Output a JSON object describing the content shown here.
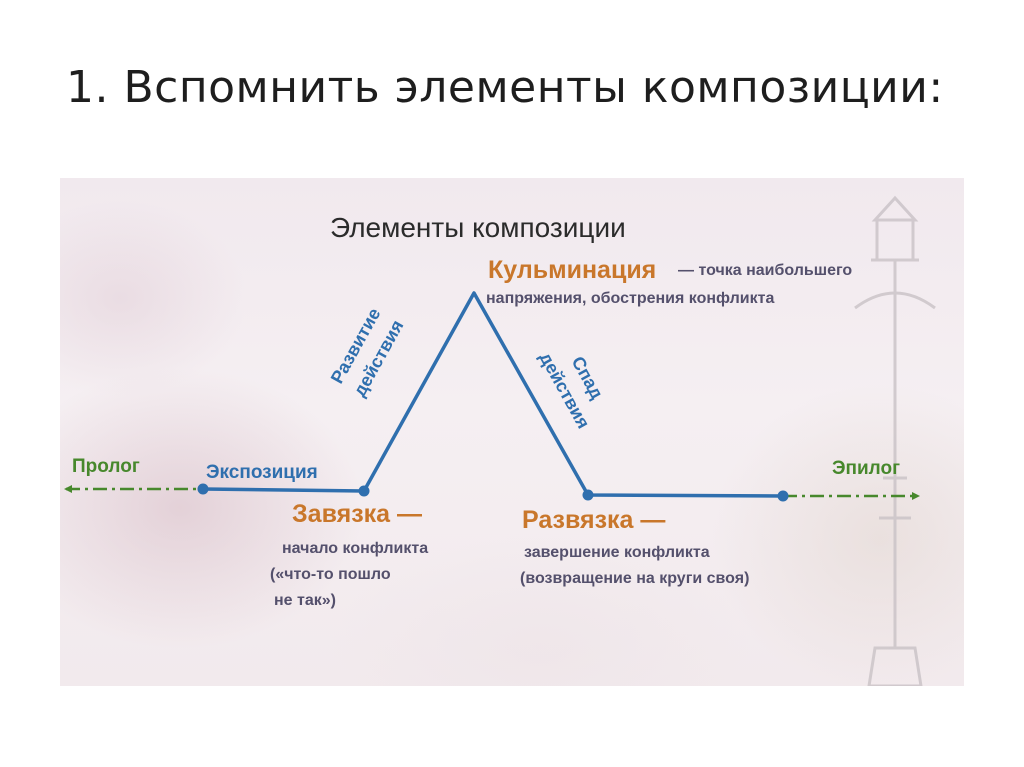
{
  "slide": {
    "title": "1. Вспомнить элементы композиции:"
  },
  "diagram": {
    "title": "Элементы композиции",
    "kulminatsiya": {
      "term": "Кульминация",
      "desc_line1": "— точка наибольшего",
      "desc_line2": "напряжения, обострения конфликта"
    },
    "razvitie": {
      "line1": "Развитие",
      "line2": "действия"
    },
    "spad": {
      "line1": "Спад",
      "line2": "действия"
    },
    "prolog": "Пролог",
    "ekspozitsiya": "Экспозиция",
    "epilog": "Эпилог",
    "zavyazka": {
      "term": "Завязка —",
      "desc_line1": "начало конфликта",
      "desc_line2": "(«что-то пошло",
      "desc_line3": "не так»)"
    },
    "razvyazka": {
      "term": "Развязка —",
      "desc_line1": "завершение конфликта",
      "desc_line2": "(возвращение на круги своя)"
    },
    "colors": {
      "main_line": "#2f6fae",
      "dashed_line": "#47882c",
      "terms": "#c9772b",
      "descriptions": "#54506c"
    }
  }
}
